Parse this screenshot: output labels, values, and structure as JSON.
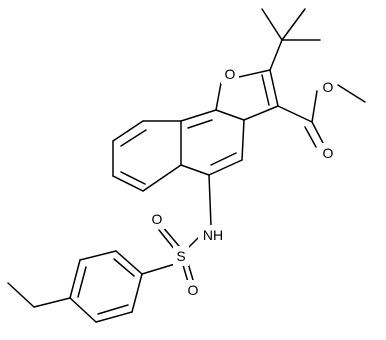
{
  "structure": {
    "atom_labels": {
      "O_furan": "O",
      "O_ester_single": "O",
      "O_ester_carbonyl": "O",
      "N": "NH",
      "S": "S",
      "O_sulfonyl_left": "O",
      "O_sulfonyl_right": "O"
    }
  },
  "colors": {
    "background": "#ffffff",
    "bonds": "#000000",
    "text": "#000000"
  }
}
